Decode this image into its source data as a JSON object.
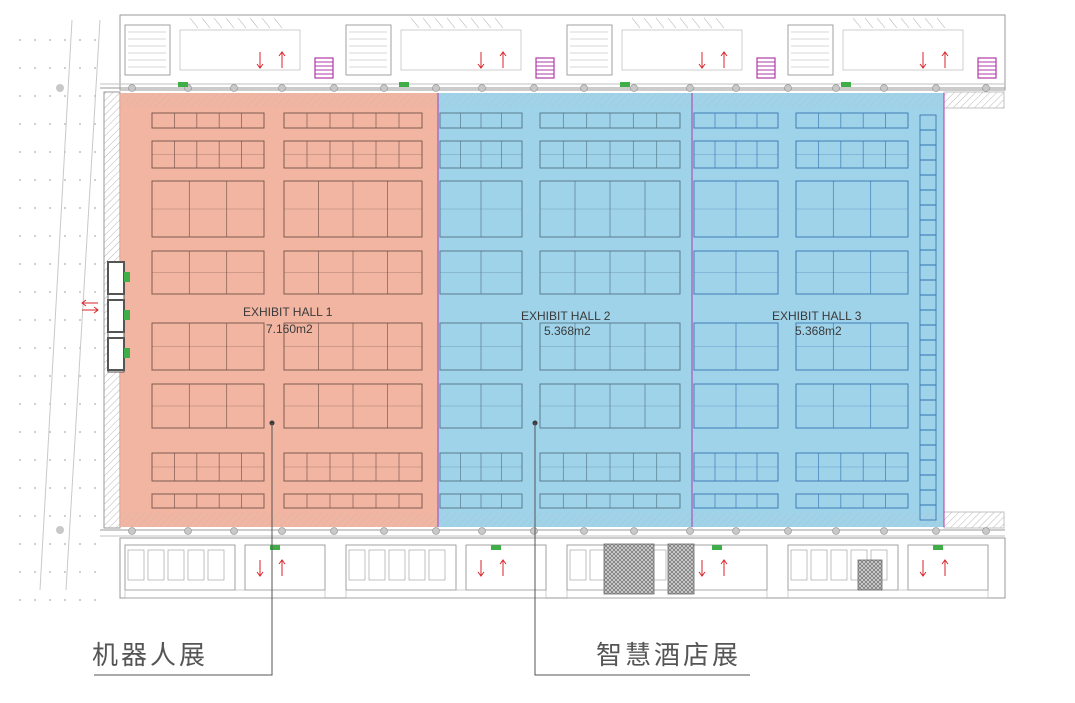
{
  "halls": [
    {
      "name": "EXHIBIT HALL 1",
      "area": "7.160m2",
      "color": "#f0a892"
    },
    {
      "name": "EXHIBIT HALL 2",
      "area": "5.368m2",
      "color": "#8ecbe6"
    },
    {
      "name": "EXHIBIT HALL 3",
      "area": "5.368m2",
      "color": "#8ecbe6"
    }
  ],
  "callouts": [
    {
      "label": "机器人展",
      "hall": "EXHIBIT HALL 1"
    },
    {
      "label": "智慧酒店展",
      "hall": "EXHIBIT HALL 2"
    }
  ],
  "colors": {
    "plan_lines": "#9a9a9a",
    "dark_lines": "#555555",
    "exit_arrow": "#d8262a",
    "stair_accent": "#b23aa8",
    "exit_sign": "#3fae49",
    "hall3_booth_lines": "#2f6fae"
  }
}
